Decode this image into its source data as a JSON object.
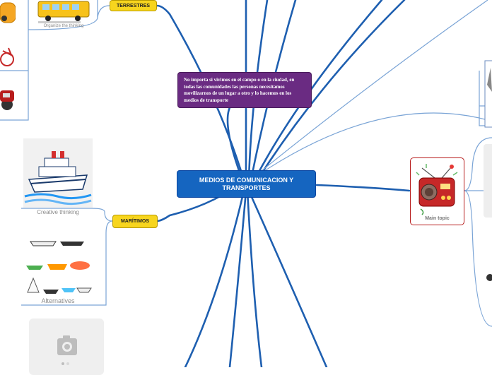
{
  "central_topic": "MEDIOS DE COMUNICACION Y TRANSPORTES",
  "note": "No importa si vivimos en el campo o en la ciudad, en todas las comunidades las personas necesitamos movilizarnos de un lugar a otro y lo hacemos en los medios de transporte",
  "branches": {
    "terrestres": "TERRESTRES",
    "maritimos": "MARÍTIMOS"
  },
  "captions": {
    "bus": "Organize the thinking",
    "ship": "Creative thinking",
    "boats": "Alternatives"
  },
  "main_topic": {
    "label": "Main topic",
    "icon": "radio-icon"
  },
  "colors": {
    "central": "#1565c0",
    "note": "#6a2b82",
    "branch_label": "#f7d51e",
    "connector": "#1565c0",
    "connector_light": "#5c8fc9"
  }
}
